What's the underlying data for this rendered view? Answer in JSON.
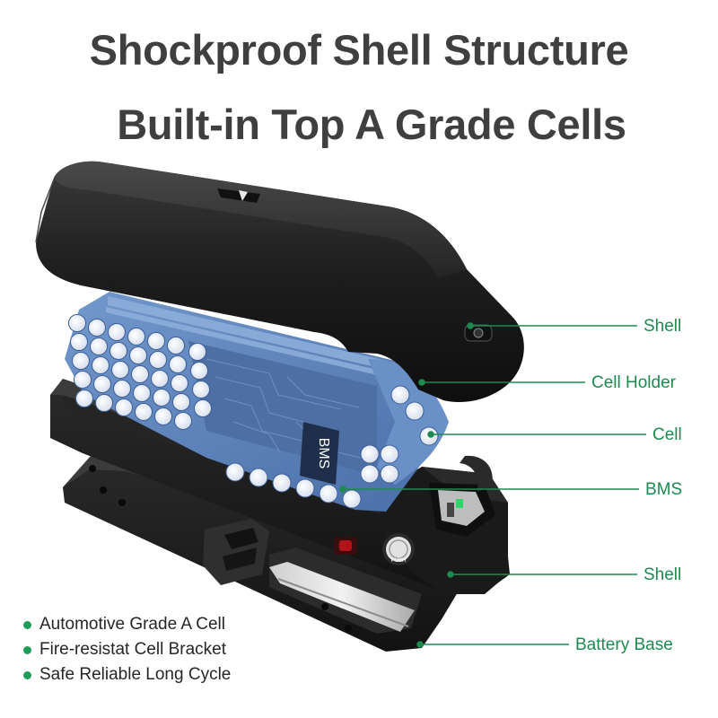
{
  "headline": {
    "line1": "Shockproof Shell Structure",
    "line2": "Built-in Top A Grade Cells"
  },
  "bms_label": "BMS",
  "push_label": "PUSH",
  "callouts": [
    {
      "id": "shell-top",
      "label": "Shell"
    },
    {
      "id": "cell-holder",
      "label": "Cell Holder"
    },
    {
      "id": "cell",
      "label": "Cell"
    },
    {
      "id": "bms",
      "label": "BMS"
    },
    {
      "id": "shell-bottom",
      "label": "Shell"
    },
    {
      "id": "battery-base",
      "label": "Battery Base"
    }
  ],
  "features": [
    "Automotive Grade A Cell",
    "Fire-resistat Cell Bracket",
    "Safe Reliable Long Cycle"
  ],
  "colors": {
    "title": "#3f3f3f",
    "accent_green": "#1e8a4f",
    "shell_black": "#1c1c1c",
    "cell_holder_blue": "#5a7fb8",
    "cell_white": "#f4f6fa"
  }
}
